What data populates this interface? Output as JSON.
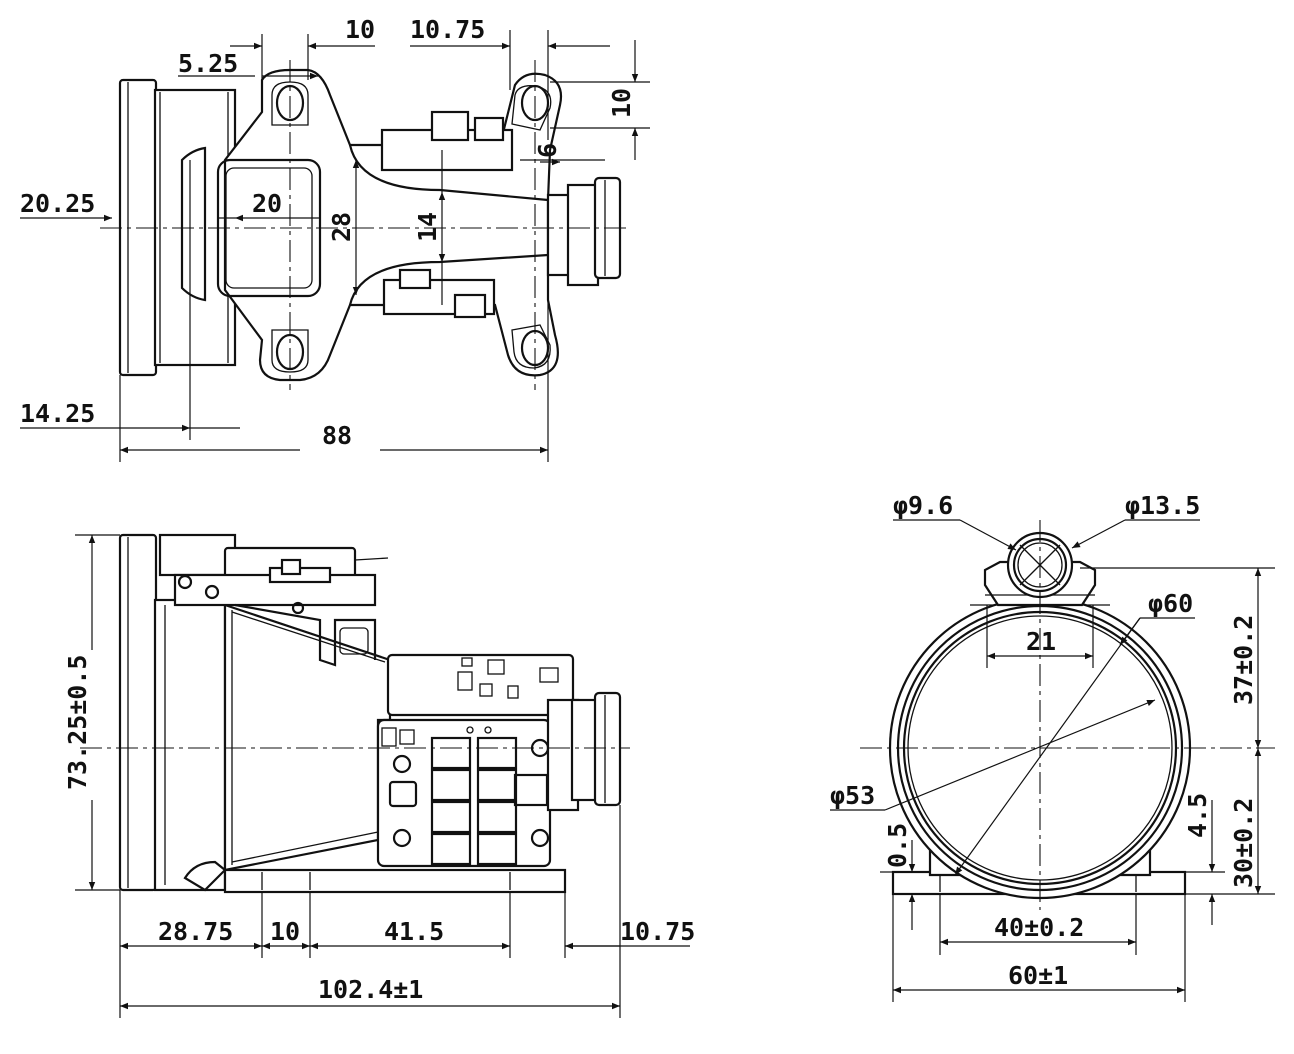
{
  "top_view": {
    "d_5_25": "5.25",
    "d_10_top": "10",
    "d_10_75_top": "10.75",
    "d_10_right": "10",
    "d_6": "6",
    "d_20_25": "20.25",
    "d_20": "20",
    "d_28": "28",
    "d_14": "14",
    "d_14_25": "14.25",
    "d_88": "88"
  },
  "side_view": {
    "d_73_25": "73.25±0.5",
    "d_28_75": "28.75",
    "d_10": "10",
    "d_41_5": "41.5",
    "d_10_75": "10.75",
    "d_102_4": "102.4±1"
  },
  "front_view": {
    "d_phi9_6": "φ9.6",
    "d_phi13_5": "φ13.5",
    "d_phi60": "φ60",
    "d_21": "21",
    "d_37": "37±0.2",
    "d_phi53": "φ53",
    "d_0_5": "0.5",
    "d_4_5": "4.5",
    "d_30": "30±0.2",
    "d_40": "40±0.2",
    "d_60": "60±1"
  }
}
